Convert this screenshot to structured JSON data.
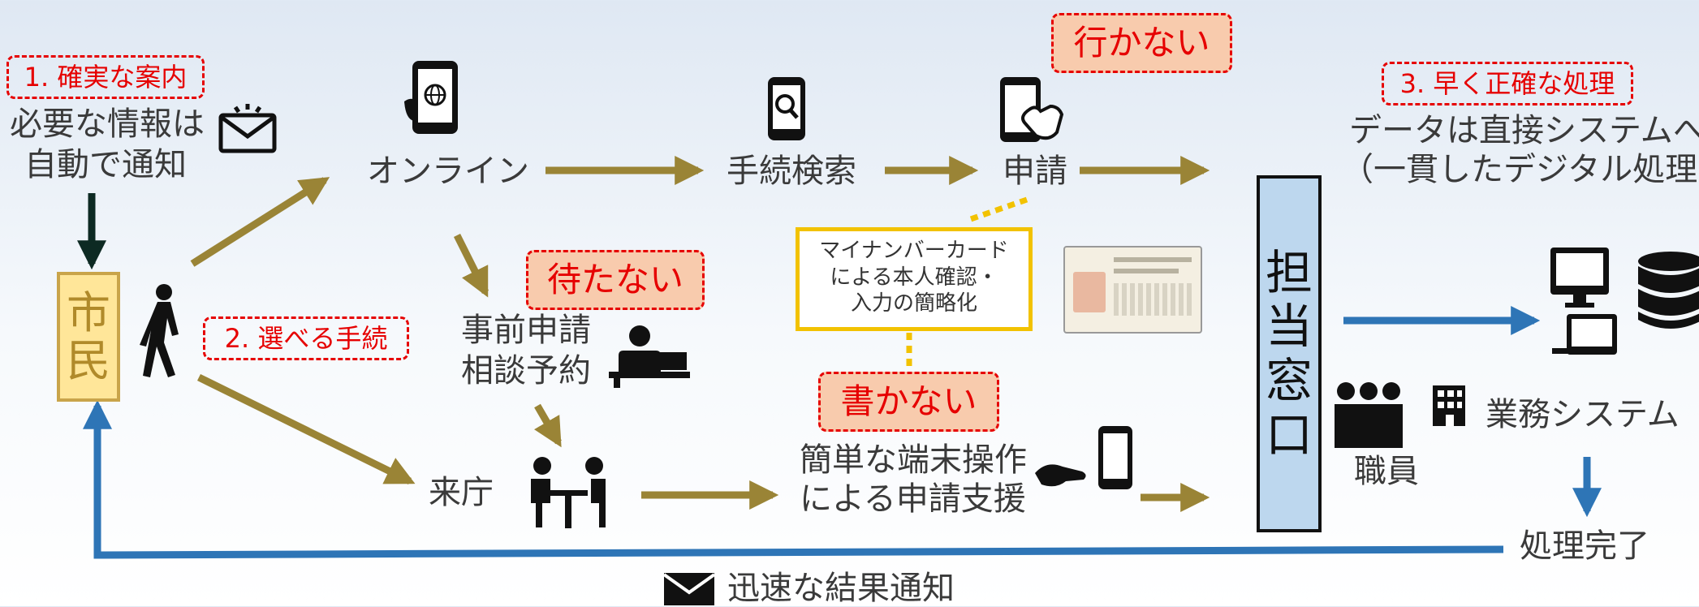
{
  "labels": {
    "tag1": "1. 確実な案内",
    "auto_notice_1": "必要な情報は",
    "auto_notice_2": "自動で通知",
    "shimin_1": "市",
    "shimin_2": "民",
    "tag2": "2. 選べる手続",
    "online": "オンライン",
    "search": "手続検索",
    "apply": "申請",
    "tag_ikanai": "行かない",
    "tag_matanai": "待たない",
    "tag_kakanai": "書かない",
    "prior_1": "事前申請",
    "prior_2": "相談予約",
    "mynumber_1": "マイナンバーカード",
    "mynumber_2": "による本人確認・",
    "mynumber_3": "入力の簡略化",
    "visit": "来庁",
    "terminal_1": "簡単な端末操作",
    "terminal_2": "による申請支援",
    "madoguchi_1": "担",
    "madoguchi_2": "当",
    "madoguchi_3": "窓",
    "madoguchi_4": "口",
    "tag3": "3. 早く正確な処理",
    "direct_1": "データは直接システムへ",
    "direct_2": "（一貫したデジタル処理）",
    "staff": "職員",
    "system": "業務システム",
    "done": "処理完了",
    "result": "迅速な結果通知"
  },
  "colors": {
    "gold_arrow": "#9a8436",
    "blue_arrow": "#2e75b6",
    "dark_arrow": "#0d2a23",
    "red": "#e60000",
    "tag_fill": "#f8cbad",
    "madoguchi_fill": "#bdd7ee",
    "shimin_fill": "#ffe699",
    "mynumber_border": "#f2c200"
  },
  "icons": [
    "envelope-bell-icon",
    "smartphone-globe-icon",
    "phone-search-icon",
    "tablet-tap-icon",
    "walking-person-icon",
    "desk-person-icon",
    "consultation-icon",
    "hand-phone-icon",
    "computer-icon",
    "database-icon",
    "staff-group-icon",
    "building-icon",
    "mail-icon",
    "mynumber-card-image"
  ]
}
